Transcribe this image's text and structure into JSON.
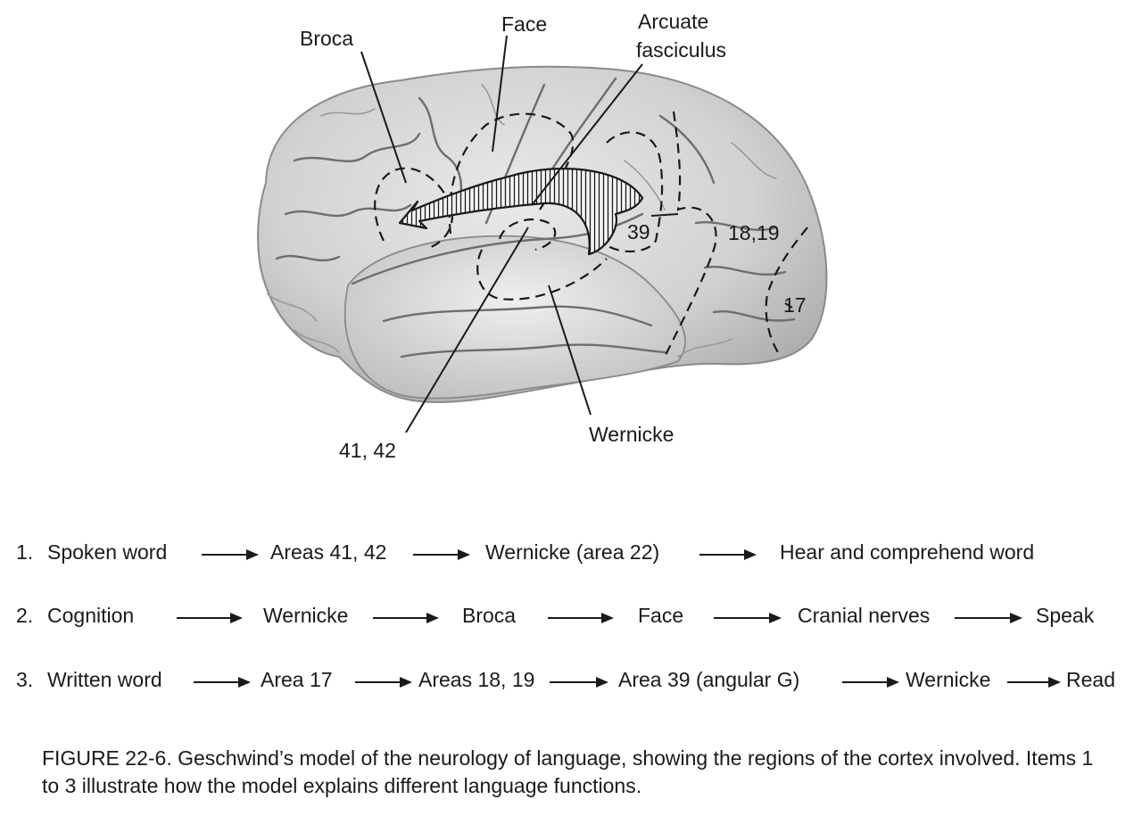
{
  "labels": {
    "broca": "Broca",
    "face": "Face",
    "arcuate": [
      "Arcuate",
      "fasciculus"
    ],
    "area39": "39",
    "area1819": "18,19",
    "area17": "17",
    "area4142": "41, 42",
    "wernicke": "Wernicke"
  },
  "pathways": [
    {
      "number": "1.",
      "steps": [
        "Spoken word",
        "Areas 41, 42",
        "Wernicke (area 22)",
        "Hear and comprehend word"
      ]
    },
    {
      "number": "2.",
      "steps": [
        "Cognition",
        "Wernicke",
        "Broca",
        "Face",
        "Cranial nerves",
        "Speak"
      ]
    },
    {
      "number": "3.",
      "steps": [
        "Written word",
        "Area 17",
        "Areas 18, 19",
        "Area 39 (angular G)",
        "Wernicke",
        "Read"
      ]
    }
  ],
  "caption": "FIGURE 22-6.  Geschwind’s model of the neurology of language, showing the regions of the cortex involved. Items 1 to 3 illustrate how the model explains different language functions."
}
